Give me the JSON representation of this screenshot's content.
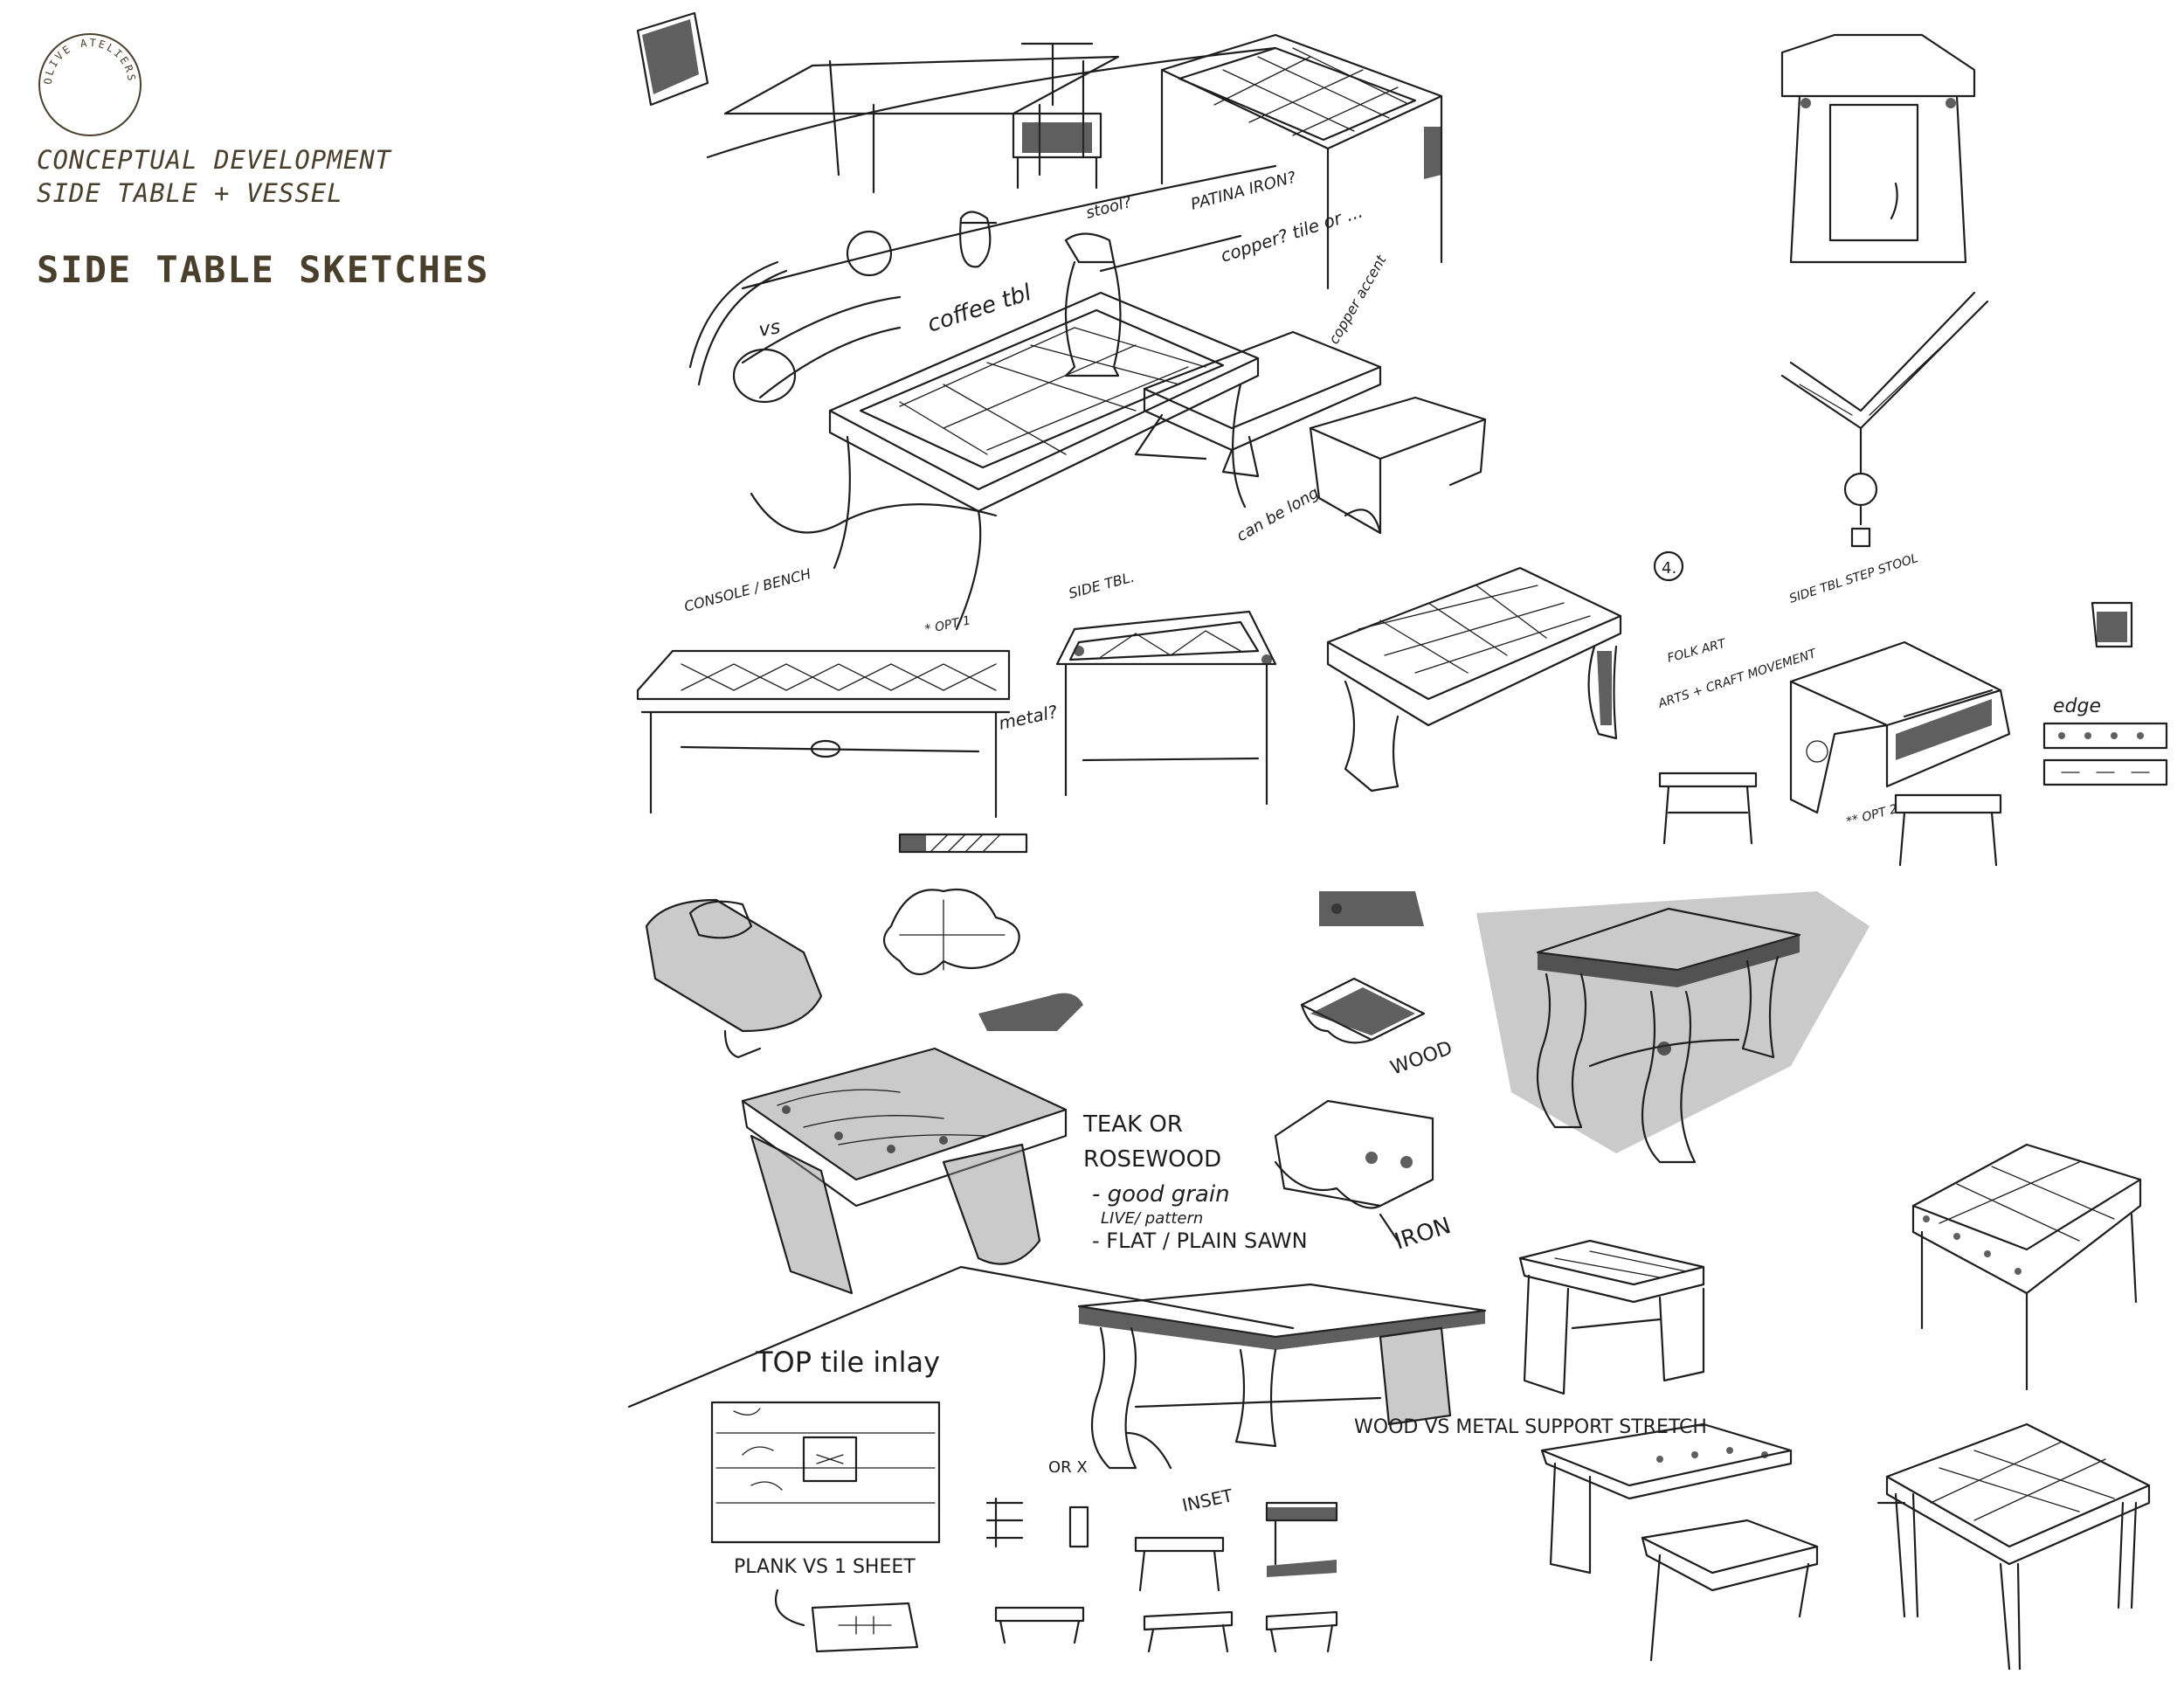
{
  "header": {
    "logo_text": "OLIVE ATELIERS",
    "subtitle_line1": "CONCEPTUAL DEVELOPMENT",
    "subtitle_line2": "SIDE TABLE + VESSEL",
    "page_title": "SIDE TABLE SKETCHES"
  },
  "annotations": {
    "coffee_tbl": "coffee tbl",
    "vs": "vs",
    "patina_iron": "PATINA IRON?",
    "copper_tile": "copper? tile or ...",
    "copper_accent": "copper accent",
    "stool": "stool?",
    "console_bench": "CONSOLE / BENCH",
    "opt1": "* OPT 1",
    "side_tbl": "SIDE TBL.",
    "can_be_long": "can be long",
    "metal": "metal?",
    "circled_4": "4.",
    "folk_art": "FOLK ART",
    "arts_craft": "ARTS + CRAFT MOVEMENT",
    "side_tbl_step_stool": "SIDE TBL STEP STOOL",
    "edge": "edge",
    "opt2": "** OPT 2",
    "wood": "WOOD",
    "teak": "TEAK OR",
    "rosewood": "ROSEWOOD",
    "good_grain": "- good grain",
    "live_pattern": "LIVE/ pattern",
    "flat_plain_sawn": "- FLAT / PLAIN SAWN",
    "iron": "IRON",
    "top_tile_inlay": "TOP tile inlay",
    "plank_vs_sheet": "PLANK VS 1 SHEET",
    "wood_vs_metal": "WOOD VS METAL SUPPORT STRETCH",
    "inset": "INSET",
    "or_x": "OR X"
  }
}
